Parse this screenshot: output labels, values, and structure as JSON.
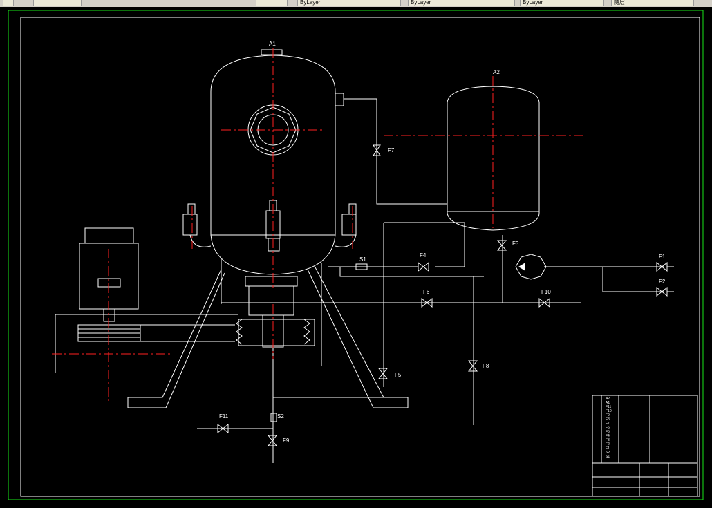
{
  "toolbar": {
    "combo_value": "随层",
    "tabs": [
      "ByLayer",
      "ByLayer",
      "ByLayer"
    ]
  },
  "labels": {
    "tank_a1": "A1",
    "tank_a2": "A2",
    "f1": "F1",
    "f2": "F2",
    "f3": "F3",
    "f4": "F4",
    "f5": "F5",
    "f6": "F6",
    "f7": "F7",
    "f8": "F8",
    "f9": "F9",
    "f10": "F10",
    "f11": "F11",
    "s1": "S1",
    "s2": "S2"
  },
  "title_block": {
    "rows": [
      "A2",
      "A1",
      "F11",
      "F10",
      "F9",
      "F8",
      "F7",
      "F6",
      "F5",
      "F4",
      "F3",
      "F2",
      "F1",
      "S2",
      "S1"
    ]
  },
  "colors": {
    "line": "#ffffff",
    "center": "#ff2020",
    "border": "#19e619",
    "background": "#000000"
  }
}
